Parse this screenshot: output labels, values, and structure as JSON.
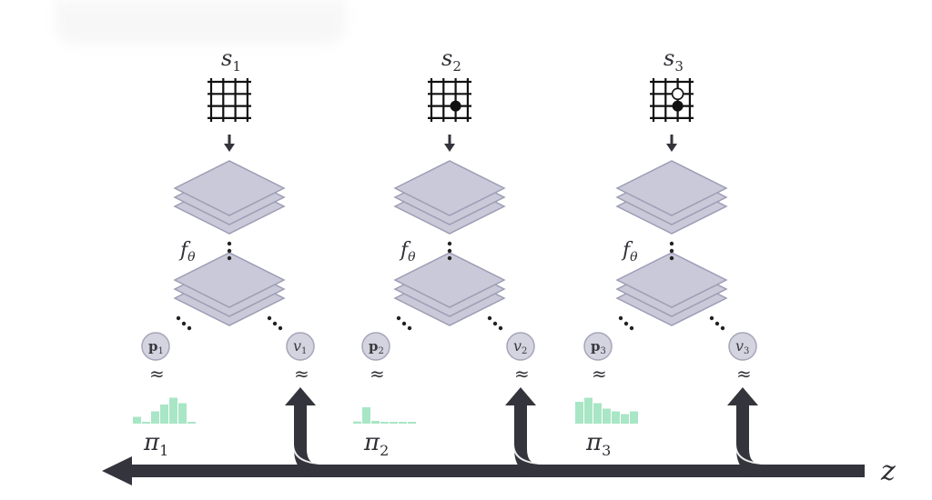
{
  "columns": [
    {
      "state": "s",
      "state_sub": "1",
      "board_stones": [],
      "f_label": "f",
      "f_sub": "θ",
      "policy_node": "p",
      "policy_sub": "1",
      "value_node": "v",
      "value_sub": "1",
      "approx": "≈",
      "policy_target": "π",
      "policy_target_sub": "1",
      "policy_hist": [
        0.25,
        0.0,
        0.45,
        0.7,
        0.95,
        0.75,
        0.05
      ]
    },
    {
      "state": "s",
      "state_sub": "2",
      "board_stones": [
        "black"
      ],
      "f_label": "f",
      "f_sub": "θ",
      "policy_node": "p",
      "policy_sub": "2",
      "value_node": "v",
      "value_sub": "2",
      "approx": "≈",
      "policy_target": "π",
      "policy_target_sub": "2",
      "policy_hist": [
        0.08,
        0.6,
        0.1,
        0.06,
        0.05,
        0.05,
        0.05
      ]
    },
    {
      "state": "s",
      "state_sub": "3",
      "board_stones": [
        "white",
        "black"
      ],
      "f_label": "f",
      "f_sub": "θ",
      "policy_node": "p",
      "policy_sub": "3",
      "value_node": "v",
      "value_sub": "3",
      "approx": "≈",
      "policy_target": "π",
      "policy_target_sub": "3",
      "policy_hist": [
        0.8,
        0.95,
        0.75,
        0.55,
        0.45,
        0.35,
        0.45
      ]
    }
  ],
  "outcome_label": "z",
  "colors": {
    "layer_fill": "#c9c9d9",
    "layer_stroke": "#9d9db5",
    "histogram": "#a8e6c6",
    "arrow": "#34343c",
    "node_fill": "#d4d4e0",
    "node_stroke": "#a5a5b8"
  }
}
